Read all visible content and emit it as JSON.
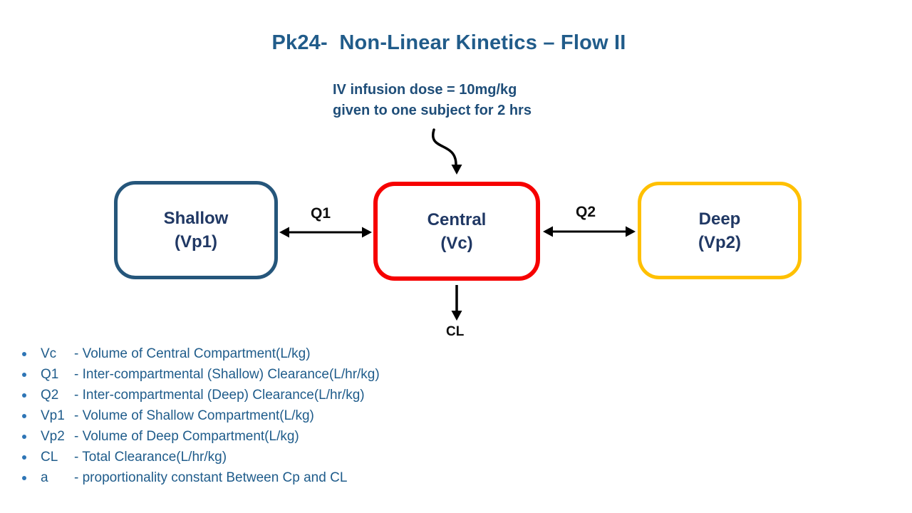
{
  "title": "Pk24-  Non-Linear Kinetics – Flow II",
  "infusion_note": {
    "line1": "IV infusion dose = 10mg/kg",
    "line2": "given to one subject for 2 hrs"
  },
  "diagram": {
    "boxes": [
      {
        "id": "shallow",
        "name": "Shallow",
        "sub": "(Vp1)",
        "border_color": "#25567B"
      },
      {
        "id": "central",
        "name": "Central",
        "sub": "(Vc)",
        "border_color": "#F60000"
      },
      {
        "id": "deep",
        "name": "Deep",
        "sub": "(Vp2)",
        "border_color": "#FFC000"
      }
    ],
    "labels": {
      "q1": "Q1",
      "q2": "Q2",
      "cl": "CL"
    },
    "arrows": [
      {
        "id": "q1-arrow",
        "type": "double-headed",
        "between": [
          "shallow",
          "central"
        ]
      },
      {
        "id": "q2-arrow",
        "type": "double-headed",
        "between": [
          "central",
          "deep"
        ]
      },
      {
        "id": "infusion-arrow",
        "type": "curved",
        "from": "infusion-note",
        "to": "central"
      },
      {
        "id": "cl-arrow",
        "type": "down",
        "from": "central",
        "to": "CL"
      }
    ]
  },
  "legend": {
    "items": [
      {
        "term": "Vc",
        "definition": "- Volume of Central Compartment(L/kg)"
      },
      {
        "term": "Q1",
        "definition": "- Inter-compartmental (Shallow) Clearance(L/hr/kg)"
      },
      {
        "term": "Q2",
        "definition": "- Inter-compartmental (Deep) Clearance(L/hr/kg)"
      },
      {
        "term": "Vp1",
        "definition": "- Volume of Shallow Compartment(L/kg)"
      },
      {
        "term": "Vp2",
        "definition": "- Volume of Deep Compartment(L/kg)"
      },
      {
        "term": "CL",
        "definition": "- Total Clearance(L/hr/kg)"
      },
      {
        "term": "a",
        "definition": "- proportionality constant Between Cp and CL"
      }
    ]
  },
  "colors": {
    "title_text": "#215C8A",
    "note_text": "#1F4E79",
    "legend_text": "#1F5C8B",
    "box_label_text": "#203864",
    "shallow_border": "#25567B",
    "central_border": "#F60000",
    "deep_border": "#FFC000",
    "arrow": "#000000",
    "background": "#FFFFFF"
  }
}
